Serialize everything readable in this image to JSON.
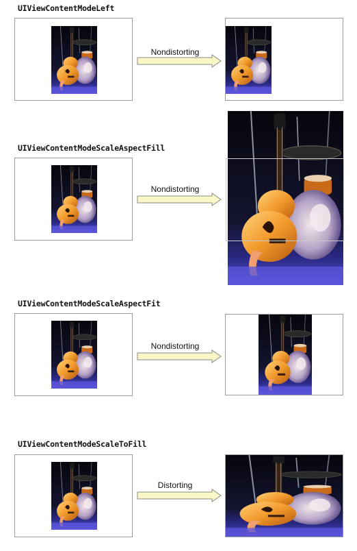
{
  "rows": [
    {
      "mode": "UIViewContentModeLeft",
      "transition": "Nondistorting"
    },
    {
      "mode": "UIViewContentModeScaleAspectFill",
      "transition": "Nondistorting"
    },
    {
      "mode": "UIViewContentModeScaleAspectFit",
      "transition": "Nondistorting"
    },
    {
      "mode": "UIViewContentModeScaleToFill",
      "transition": "Distorting"
    }
  ],
  "colors": {
    "frame_border": "#9a9a9a",
    "arrow_fill": "#fbf6c6",
    "arrow_stroke": "#8a8a8a"
  },
  "icons": [
    "guitar-photo",
    "right-arrow-icon"
  ]
}
